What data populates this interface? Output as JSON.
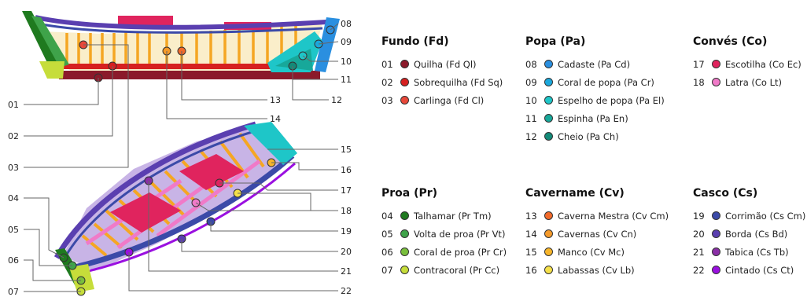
{
  "callouts": {
    "left": [
      "01",
      "02",
      "03",
      "04",
      "05",
      "06",
      "07"
    ],
    "right_top": [
      "08",
      "09",
      "10",
      "11",
      "12",
      "13",
      "14"
    ],
    "right_bottom": [
      "15",
      "16",
      "17",
      "18",
      "19",
      "20",
      "21",
      "22"
    ]
  },
  "legend": [
    {
      "title": "Fundo (Fd)",
      "items": [
        {
          "num": "01",
          "label": "Quilha (Fd Ql)",
          "color": "#8b1a2b"
        },
        {
          "num": "02",
          "label": "Sobrequilha (Fd Sq)",
          "color": "#d62020"
        },
        {
          "num": "03",
          "label": "Carlinga (Fd Cl)",
          "color": "#e8483a"
        }
      ]
    },
    {
      "title": "Popa (Pa)",
      "items": [
        {
          "num": "08",
          "label": "Cadaste (Pa Cd)",
          "color": "#2a8fe0"
        },
        {
          "num": "09",
          "label": "Coral de popa (Pa Cr)",
          "color": "#1ba8dc"
        },
        {
          "num": "10",
          "label": "Espelho de popa (Pa El)",
          "color": "#1ec6c8"
        },
        {
          "num": "11",
          "label": "Espinha (Pa En)",
          "color": "#17a89a"
        },
        {
          "num": "12",
          "label": "Cheio (Pa Ch)",
          "color": "#138a78"
        }
      ]
    },
    {
      "title": "Convés (Co)",
      "items": [
        {
          "num": "17",
          "label": "Escotilha (Co Ec)",
          "color": "#e0245e"
        },
        {
          "num": "18",
          "label": "Latra (Co Lt)",
          "color": "#f07ac8"
        }
      ]
    },
    {
      "title": "Proa (Pr)",
      "items": [
        {
          "num": "04",
          "label": "Talhamar (Pr Tm)",
          "color": "#1f7a1f"
        },
        {
          "num": "05",
          "label": "Volta de proa (Pr Vt)",
          "color": "#3fa34a"
        },
        {
          "num": "06",
          "label": "Coral de proa (Pr Cr)",
          "color": "#79bf3c"
        },
        {
          "num": "07",
          "label": "Contracoral (Pr Cc)",
          "color": "#c6dd3a"
        }
      ]
    },
    {
      "title": "Cavername (Cv)",
      "items": [
        {
          "num": "13",
          "label": "Caverna Mestra (Cv Cm)",
          "color": "#f26a2a"
        },
        {
          "num": "14",
          "label": "Cavernas (Cv Cn)",
          "color": "#f59a2a"
        },
        {
          "num": "15",
          "label": "Manco (Cv Mc)",
          "color": "#f7b52a"
        },
        {
          "num": "16",
          "label": "Labassas (Cv Lb)",
          "color": "#f5e04a"
        }
      ]
    },
    {
      "title": "Casco (Cs)",
      "items": [
        {
          "num": "19",
          "label": "Corrimão (Cs Cm)",
          "color": "#3b4aa8"
        },
        {
          "num": "20",
          "label": "Borda (Cs Bd)",
          "color": "#5a3fb0"
        },
        {
          "num": "21",
          "label": "Tabica (Cs Tb)",
          "color": "#8a2ea6"
        },
        {
          "num": "22",
          "label": "Cintado (Cs Ct)",
          "color": "#9a10e0"
        }
      ]
    }
  ]
}
